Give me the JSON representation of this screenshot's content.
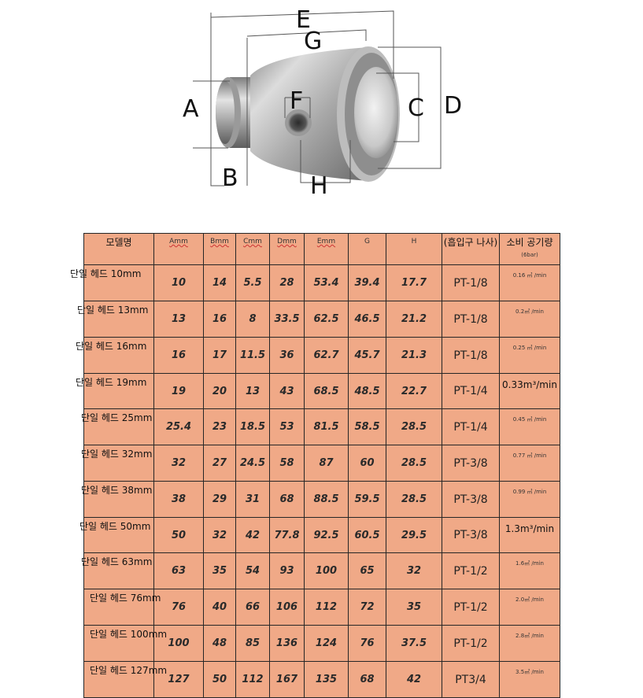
{
  "diagram": {
    "labels": {
      "E": "E",
      "G": "G",
      "A": "A",
      "F": "F",
      "C": "C",
      "D": "D",
      "B": "B",
      "H": "H"
    }
  },
  "table": {
    "headers": {
      "model": "모델명",
      "a": "Amm",
      "b": "Bmm",
      "c": "Cmm",
      "d": "Dmm",
      "e": "Emm",
      "g": "G",
      "h": "H",
      "thread": "(흡입구 나사)",
      "air": "소비 공기량",
      "air_sub": "(6bar)"
    },
    "rows": [
      {
        "model": "단일 헤드 10mm",
        "a": "10",
        "b": "14",
        "c": "5.5",
        "d": "28",
        "e": "53.4",
        "g": "39.4",
        "h": "17.7",
        "thread": "PT-1/8",
        "air": "0.16 ㎥ /min"
      },
      {
        "model": "단일 헤드 13mm",
        "a": "13",
        "b": "16",
        "c": "8",
        "d": "33.5",
        "e": "62.5",
        "g": "46.5",
        "h": "21.2",
        "thread": "PT-1/8",
        "air": "0.2㎥ /min"
      },
      {
        "model": "단일 헤드 16mm",
        "a": "16",
        "b": "17",
        "c": "11.5",
        "d": "36",
        "e": "62.7",
        "g": "45.7",
        "h": "21.3",
        "thread": "PT-1/8",
        "air": "0.25 ㎥ /min"
      },
      {
        "model": "단일 헤드 19mm",
        "a": "19",
        "b": "20",
        "c": "13",
        "d": "43",
        "e": "68.5",
        "g": "48.5",
        "h": "22.7",
        "thread": "PT-1/4",
        "air": "0.33m³/min"
      },
      {
        "model": "단일 헤드 25mm",
        "a": "25.4",
        "b": "23",
        "c": "18.5",
        "d": "53",
        "e": "81.5",
        "g": "58.5",
        "h": "28.5",
        "thread": "PT-1/4",
        "air": "0.45 ㎥ /min"
      },
      {
        "model": "단일 헤드 32mm",
        "a": "32",
        "b": "27",
        "c": "24.5",
        "d": "58",
        "e": "87",
        "g": "60",
        "h": "28.5",
        "thread": "PT-3/8",
        "air": "0.77 ㎥ /min"
      },
      {
        "model": "단일 헤드 38mm",
        "a": "38",
        "b": "29",
        "c": "31",
        "d": "68",
        "e": "88.5",
        "g": "59.5",
        "h": "28.5",
        "thread": "PT-3/8",
        "air": "0.99 ㎥ /min"
      },
      {
        "model": "단일 헤드 50mm",
        "a": "50",
        "b": "32",
        "c": "42",
        "d": "77.8",
        "e": "92.5",
        "g": "60.5",
        "h": "29.5",
        "thread": "PT-3/8",
        "air": "1.3m³/min"
      },
      {
        "model": "단일 헤드 63mm",
        "a": "63",
        "b": "35",
        "c": "54",
        "d": "93",
        "e": "100",
        "g": "65",
        "h": "32",
        "thread": "PT-1/2",
        "air": "1.6㎥ /min"
      },
      {
        "model": "단일 헤드 76mm",
        "a": "76",
        "b": "40",
        "c": "66",
        "d": "106",
        "e": "112",
        "g": "72",
        "h": "35",
        "thread": "PT-1/2",
        "air": "2.0㎥ /min"
      },
      {
        "model": "단일 헤드 100mm",
        "a": "100",
        "b": "48",
        "c": "85",
        "d": "136",
        "e": "124",
        "g": "76",
        "h": "37.5",
        "thread": "PT-1/2",
        "air": "2.8㎥ /min"
      },
      {
        "model": "단일 헤드 127mm",
        "a": "127",
        "b": "50",
        "c": "112",
        "d": "167",
        "e": "135",
        "g": "68",
        "h": "42",
        "thread": "PT3/4",
        "air": "3.5㎥ /min"
      }
    ]
  }
}
